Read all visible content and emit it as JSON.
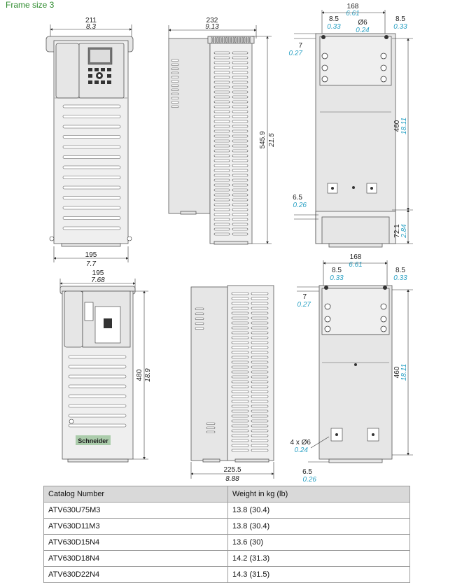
{
  "title": "Frame size 3",
  "dims": {
    "front_top_w": "211",
    "front_top_w_in": "8.3",
    "front_bottom_w": "195",
    "front_bottom_w_in": "7.7",
    "side_depth": "232",
    "side_depth_in": "9.13",
    "side_height": "545.9",
    "side_height_in": "21.5",
    "back_w": "168",
    "back_w_in": "6.61",
    "back_l": "8.5",
    "back_l_in": "0.33",
    "back_r": "8.5",
    "back_r_in": "0.33",
    "back_hole": "Ø6",
    "back_hole_in": "0.24",
    "back_edge": "7",
    "back_edge_in": "0.27",
    "back_height": "460",
    "back_height_in": "18.11",
    "back_bottom": "6.5",
    "back_bottom_in": "0.26",
    "back_extra": "72.1",
    "back_extra_in": "2.84",
    "front2_top_w": "195",
    "front2_top_w_in": "7.68",
    "front2_height": "480",
    "front2_height_in": "18.9",
    "side2_depth": "225.5",
    "side2_depth_in": "8.88",
    "back2_w": "168",
    "back2_w_in": "6.61",
    "back2_l": "8.5",
    "back2_l_in": "0.33",
    "back2_r": "8.5",
    "back2_r_in": "0.33",
    "back2_edge": "7",
    "back2_edge_in": "0.27",
    "back2_height": "460",
    "back2_height_in": "18.11",
    "back2_holes": "4 x Ø6",
    "back2_holes_in": "0.24",
    "back2_bottom": "6.5",
    "back2_bottom_in": "0.26"
  },
  "logo_text": "Schneider",
  "table": {
    "headers": [
      "Catalog Number",
      "Weight in kg (lb)"
    ],
    "rows": [
      [
        "ATV630U75M3",
        "13.8 (30.4)"
      ],
      [
        "ATV630D11M3",
        "13.8 (30.4)"
      ],
      [
        "ATV630D15N4",
        "13.6 (30)"
      ],
      [
        "ATV630D18N4",
        "14.2 (31.3)"
      ],
      [
        "ATV630D22N4",
        "14.3 (31.5)"
      ]
    ]
  }
}
